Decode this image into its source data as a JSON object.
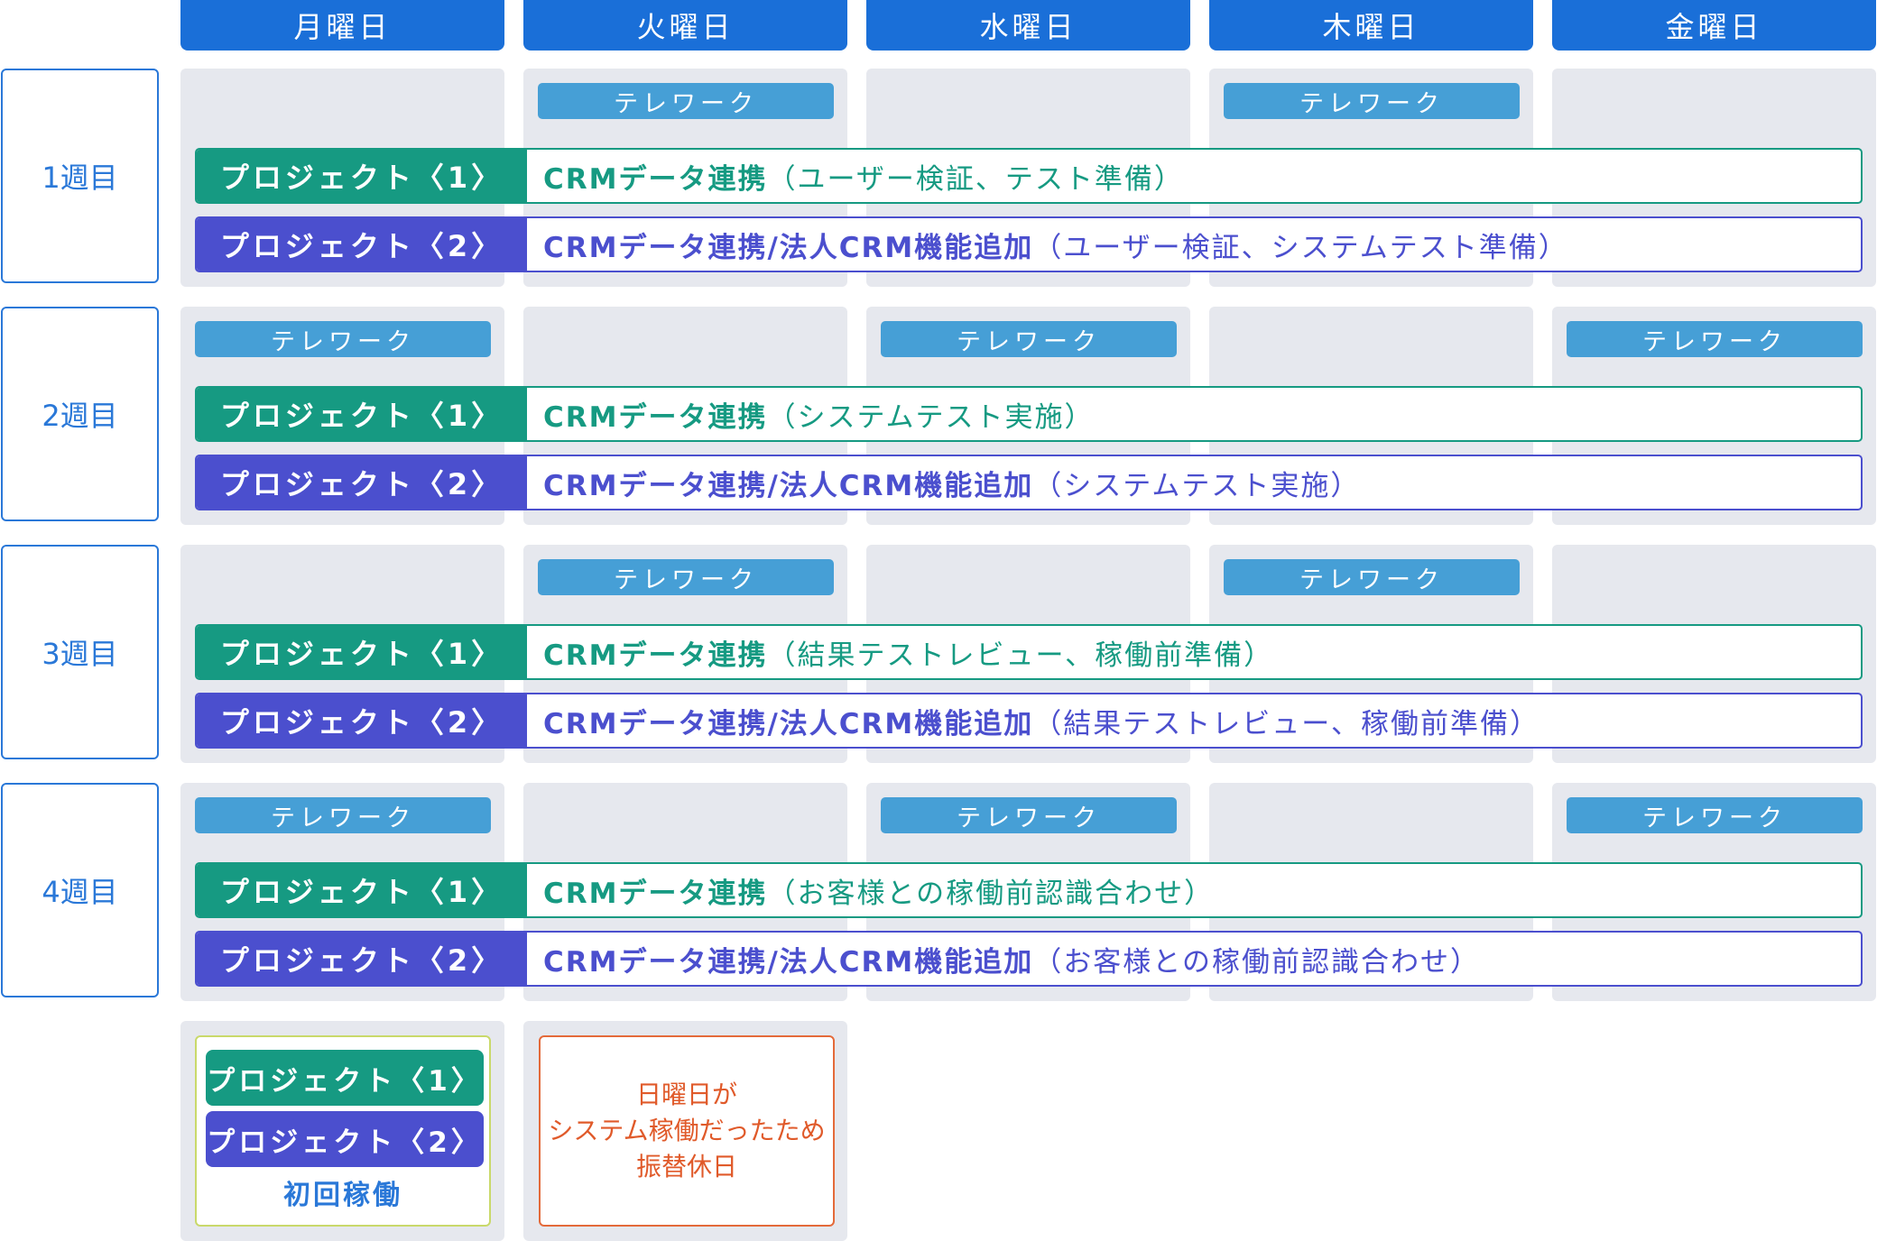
{
  "days": [
    "月曜日",
    "火曜日",
    "水曜日",
    "木曜日",
    "金曜日"
  ],
  "telework_label": "テレワーク",
  "project1_label": "プロジェクト〈1〉",
  "project2_label": "プロジェクト〈2〉",
  "weeks": [
    {
      "label": "1週目",
      "telework_days": [
        1,
        3
      ],
      "p1": {
        "main": "CRMデータ連携",
        "sub": "（ユーザー検証、テスト準備）"
      },
      "p2": {
        "main": "CRMデータ連携/法人CRM機能追加",
        "sub": "（ユーザー検証、システムテスト準備）"
      }
    },
    {
      "label": "2週目",
      "telework_days": [
        0,
        2,
        4
      ],
      "p1": {
        "main": "CRMデータ連携",
        "sub": "（システムテスト実施）"
      },
      "p2": {
        "main": "CRMデータ連携/法人CRM機能追加",
        "sub": "（システムテスト実施）"
      }
    },
    {
      "label": "3週目",
      "telework_days": [
        1,
        3
      ],
      "p1": {
        "main": "CRMデータ連携",
        "sub": "（結果テストレビュー、稼働前準備）"
      },
      "p2": {
        "main": "CRMデータ連携/法人CRM機能追加",
        "sub": "（結果テストレビュー、稼働前準備）"
      }
    },
    {
      "label": "4週目",
      "telework_days": [
        0,
        2,
        4
      ],
      "p1": {
        "main": "CRMデータ連携",
        "sub": "（お客様との稼働前認識合わせ）"
      },
      "p2": {
        "main": "CRMデータ連携/法人CRM機能追加",
        "sub": "（お客様との稼働前認識合わせ）"
      }
    }
  ],
  "legend": {
    "caption": "初回稼働"
  },
  "note": {
    "lines": [
      "日曜日が",
      "システム稼働だったため",
      "振替休日"
    ]
  },
  "colors": {
    "header": "#1a6fd8",
    "project1": "#169a82",
    "project2": "#4b4fce",
    "telework": "#469fd6",
    "note": "#e05a2a"
  }
}
